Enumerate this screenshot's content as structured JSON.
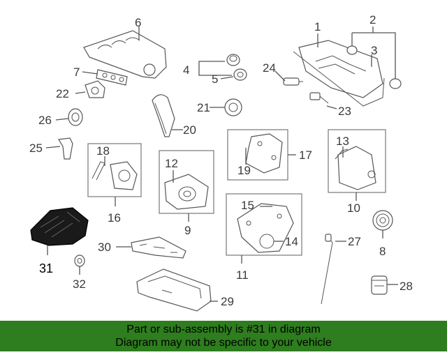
{
  "banner": {
    "line1": "Part or sub-assembly is #31 in diagram",
    "line2": "Diagram may not be specific to your vehicle",
    "color": "#2e7d1e"
  },
  "callouts": {
    "n1": "1",
    "n2": "2",
    "n3": "3",
    "n4": "4",
    "n5": "5",
    "n6": "6",
    "n7": "7",
    "n8": "8",
    "n9": "9",
    "n10": "10",
    "n11": "11",
    "n12": "12",
    "n13": "13",
    "n14": "14",
    "n15": "15",
    "n16": "16",
    "n17": "17",
    "n18": "18",
    "n19": "19",
    "n20": "20",
    "n21": "21",
    "n22": "22",
    "n23": "23",
    "n24": "24",
    "n25": "25",
    "n26": "26",
    "n27": "27",
    "n28": "28",
    "n29": "29",
    "n30": "30",
    "n31": "31",
    "n32": "32"
  },
  "highlight_color": "#1a1a1a"
}
